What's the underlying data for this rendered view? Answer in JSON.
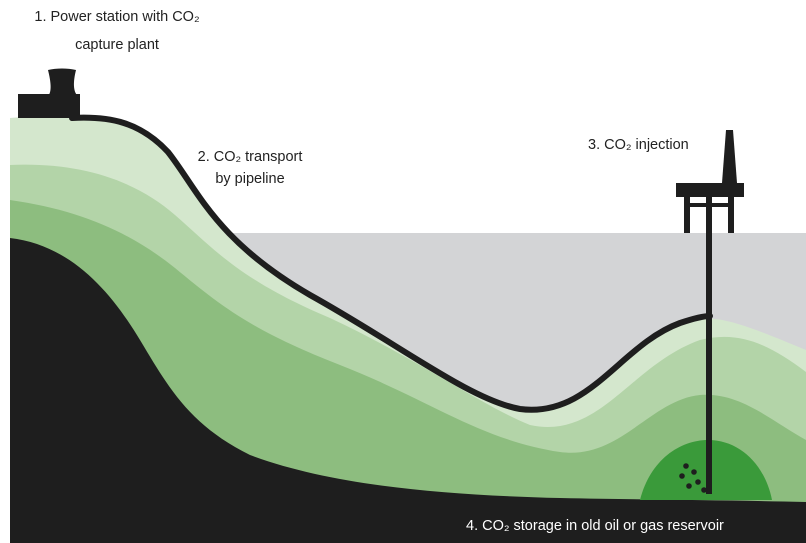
{
  "labels": {
    "step1": {
      "line1": "1. Power station with CO₂",
      "line2": "capture plant"
    },
    "step2": {
      "line1": "2. CO₂ transport",
      "line2": "by pipeline"
    },
    "step3": {
      "line1": "3. CO₂ injection"
    },
    "step4": {
      "line1": "4. CO₂ storage in old oil or gas reservoir"
    }
  },
  "colors": {
    "sea": "#d3d4d6",
    "layer_lightest": "#d4e7cd",
    "layer_light": "#b3d4a8",
    "layer_mid": "#8dbd7f",
    "bedrock": "#1e1e1e",
    "reservoir": "#3a9a3a",
    "pipeline": "#1e1e1e",
    "structures": "#1e1e1e"
  },
  "icons": [
    "power-station-icon",
    "oil-platform-icon",
    "co2-bubbles-icon"
  ]
}
